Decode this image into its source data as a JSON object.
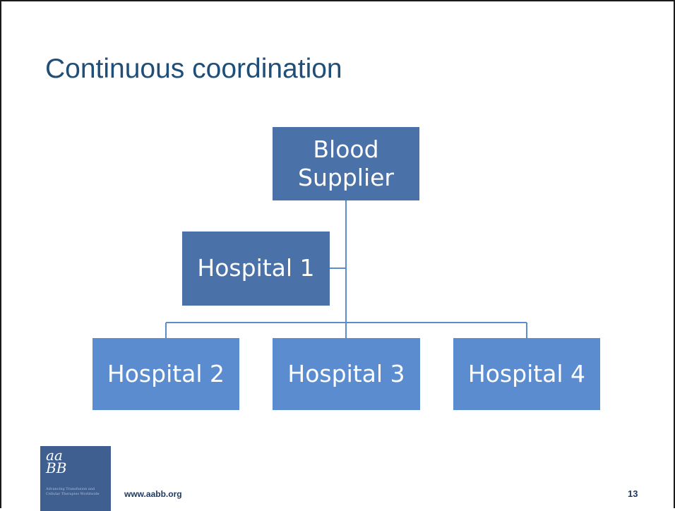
{
  "slide": {
    "title": "Continuous coordination",
    "footer_url": "www.aabb.org",
    "page_number": "13"
  },
  "org_chart": {
    "top": {
      "label": "Blood Supplier"
    },
    "assistant": {
      "label": "Hospital 1"
    },
    "children": [
      {
        "label": "Hospital 2"
      },
      {
        "label": "Hospital 3"
      },
      {
        "label": "Hospital 4"
      }
    ]
  },
  "logo": {
    "mark": "aa\nBB",
    "tagline": "Advancing Transfusion and Cellular Therapies Worldwide"
  },
  "colors": {
    "title": "#1f4e79",
    "box_top": "#4a72a8",
    "box_child": "#5b8ccf",
    "connector": "#5b8ccf",
    "logo_bg": "#3e5f8f"
  }
}
